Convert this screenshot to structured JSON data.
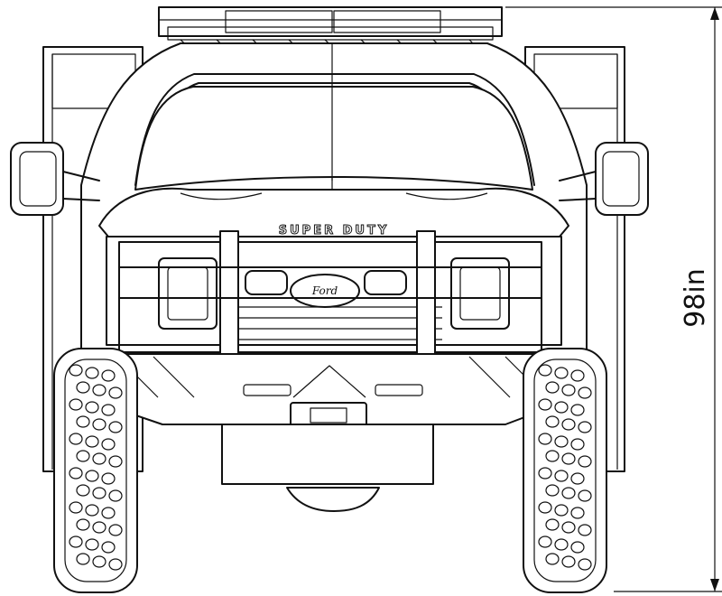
{
  "diagram": {
    "dimension": {
      "label": "98in"
    },
    "grille_badge": {
      "text": "SUPER DUTY"
    },
    "emblem": {
      "text": "Ford"
    }
  },
  "colors": {
    "line": "#111111",
    "background": "#ffffff"
  }
}
